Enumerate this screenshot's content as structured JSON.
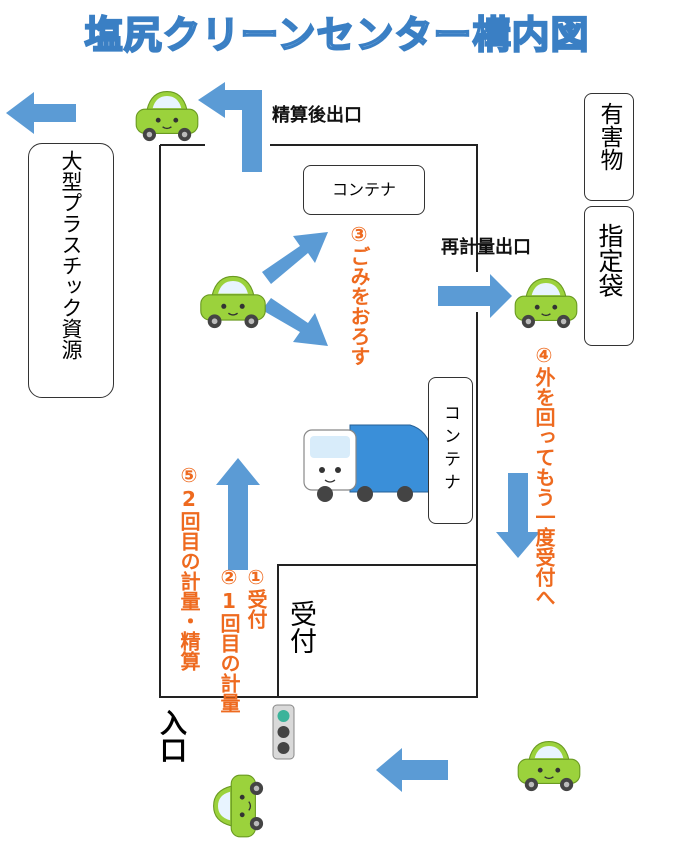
{
  "title": "塩尻クリーンセンター構内図",
  "labels": {
    "exit_after_settlement": "精算後出口",
    "reweigh_exit": "再計量出口",
    "entrance": "入口",
    "container_top": "コンテナ",
    "container_right": "コンテナ",
    "reception": "受付",
    "large_plastic": "大型プラスチック資源",
    "hazardous": "有害物",
    "designated_bag": "指定袋"
  },
  "steps": {
    "step3": "③ごみをおろす",
    "step4": "④外を回ってもう一度受付へ",
    "step5": "⑤2回目の計量・精算",
    "step2": "②1回目の計量",
    "step1": "①受付"
  },
  "colors": {
    "arrow": "#5b9bd5",
    "car": "#9bd23c",
    "step_text": "#ee6a1f"
  }
}
